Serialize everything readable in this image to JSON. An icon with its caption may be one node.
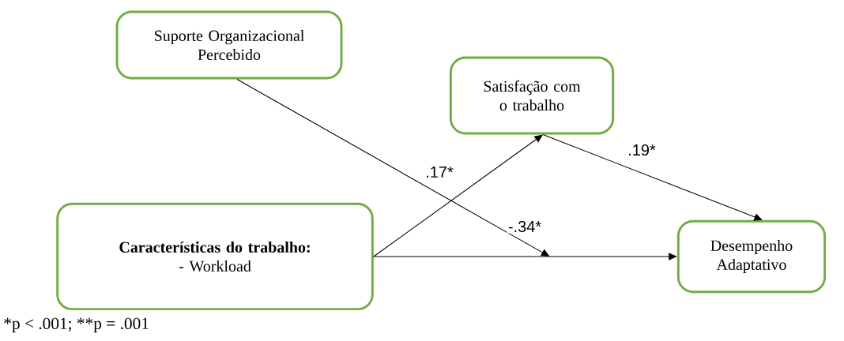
{
  "diagram": {
    "nodes": [
      {
        "text": [
          "Suporte Organizacional Percebido"
        ]
      },
      {
        "text": [
          "Satisfação com o trabalho"
        ]
      },
      {
        "text": [
          "Características do trabalho:",
          "- Workload"
        ]
      },
      {
        "text": [
          "Desempenho Adaptativo"
        ]
      }
    ],
    "edges": [
      {
        "from": 2,
        "to": 1,
        "arrow": "to",
        "label": ".17*"
      },
      {
        "from": 1,
        "to": 3,
        "arrow": "to",
        "label": ".19*"
      },
      {
        "from": 2,
        "to": 3,
        "arrow": "to"
      },
      {
        "from": 0,
        "to": null,
        "arrow": "to",
        "label": "-.34*"
      }
    ],
    "labels": [
      "*p < .001; **p = .001"
    ]
  }
}
